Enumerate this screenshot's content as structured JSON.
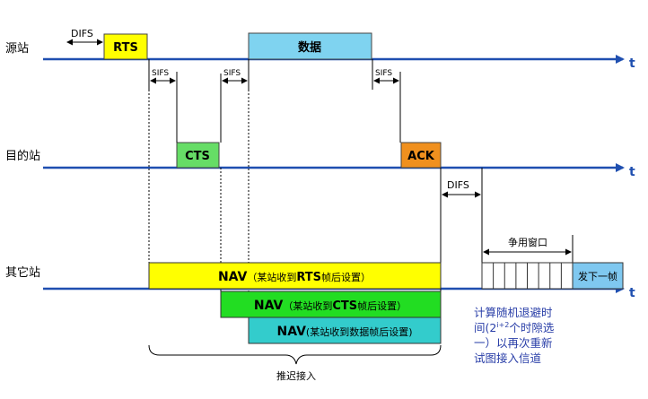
{
  "stations": {
    "source": "源站",
    "destination": "目的站",
    "others": "其它站"
  },
  "axis_label": "t",
  "frames": {
    "rts": "RTS",
    "data": "数据",
    "cts": "CTS",
    "ack": "ACK",
    "next_frame": "发下一帧"
  },
  "intervals": {
    "difs": "DIFS",
    "sifs": "SIFS",
    "difs2": "DIFS",
    "contention_window": "争用窗口"
  },
  "nav": {
    "rts": {
      "prefix": "NAV",
      "body_a": "（某站收到",
      "key": "RTS",
      "body_b": "帧后设置）"
    },
    "cts": {
      "prefix": "NAV",
      "body_a": "（某站收到",
      "key": "CTS",
      "body_b": "帧后设置）"
    },
    "data": {
      "prefix": "NAV",
      "body": "(某站收到数据帧后设置)"
    }
  },
  "deferred_access": "推迟接入",
  "backoff_note": {
    "line1": "计算随机退避时",
    "line2_a": "间(2",
    "line2_sup": "i+2",
    "line2_b": "个时隙选",
    "line3": "一）以再次重新",
    "line4": "试图接入信道"
  },
  "colors": {
    "axis": "#1f4fb0",
    "rts": "#ffff00",
    "data": "#7fd3f0",
    "cts": "#66dd66",
    "ack": "#f0901e",
    "nav_rts": "#ffff00",
    "nav_cts": "#22dd22",
    "nav_data": "#33cccc",
    "next_frame": "#7fc8f0",
    "backoff_text": "#2a3fa8"
  }
}
